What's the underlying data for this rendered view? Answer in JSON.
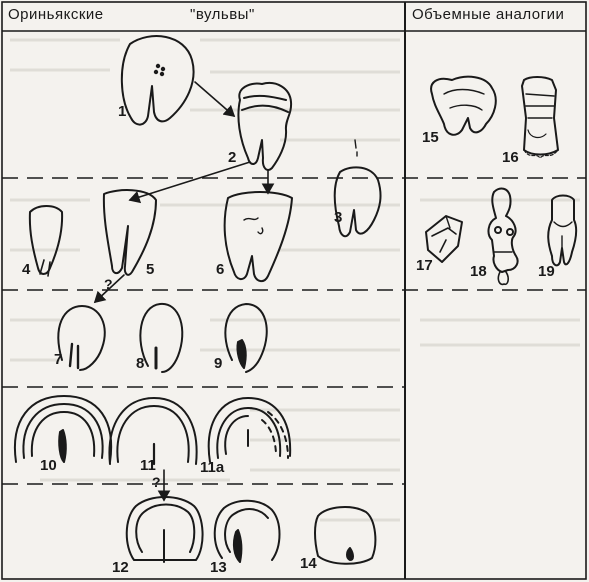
{
  "headers": {
    "left_title": "Ориньякские",
    "middle_title": "\"вульвы\"",
    "right_title": "Объемные аналогии"
  },
  "figure_numbers": [
    "1",
    "2",
    "3",
    "4",
    "5",
    "6",
    "7",
    "8",
    "9",
    "10",
    "11",
    "11a",
    "12",
    "13",
    "14",
    "15",
    "16",
    "17",
    "18",
    "19"
  ],
  "uncertain_marks": [
    "?",
    "?"
  ],
  "palette": {
    "ink": "#1a1a1a",
    "paper": "#f4f2ee",
    "faint_text": "#c9c6c0"
  }
}
